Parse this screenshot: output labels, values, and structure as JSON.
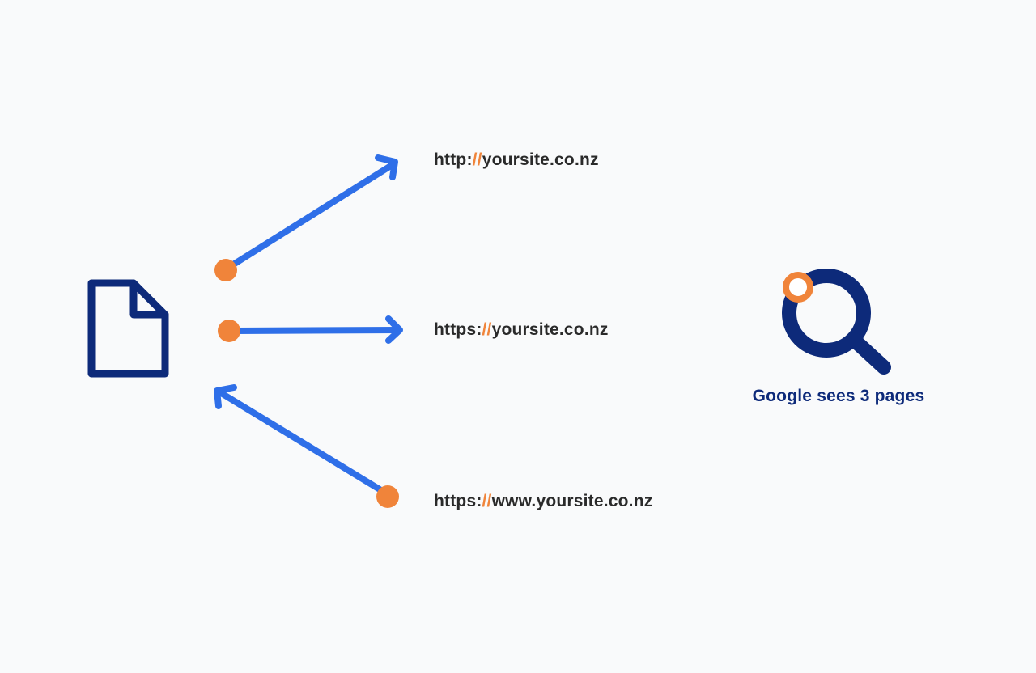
{
  "colors": {
    "background": "#f9fafb",
    "navy": "#0d2a7a",
    "arrow_blue": "#2f6fe8",
    "accent_orange": "#f0843a",
    "text_dark": "#2a2a2a"
  },
  "icons": {
    "document": "document-icon",
    "search": "magnifier-search-icon"
  },
  "urls": [
    {
      "scheme": "http:",
      "separator": "//",
      "host": "yoursite.co.nz"
    },
    {
      "scheme": "https:",
      "separator": "//",
      "host": "yoursite.co.nz"
    },
    {
      "scheme": "https:",
      "separator": "//",
      "host": "www.yoursite.co.nz"
    }
  ],
  "caption": "Google sees 3 pages"
}
